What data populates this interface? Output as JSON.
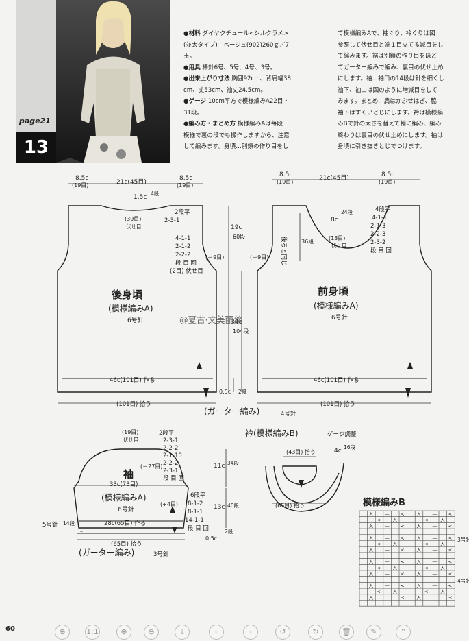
{
  "photo": {
    "page_label": "page21",
    "pattern_number": "13"
  },
  "instructions": {
    "col1": [
      {
        "head": "●材料",
        "text": "ダイヤクチュール<シルクラメ>"
      },
      {
        "head": "",
        "text": "(並太タイプ)　ベージュ(902)260ｇ／7"
      },
      {
        "head": "",
        "text": "玉。"
      },
      {
        "head": "●用具",
        "text": "棒針6号、5号、4号、3号。"
      },
      {
        "head": "●出来上がり寸法",
        "text": "胸囲92cm、背肩幅38"
      },
      {
        "head": "",
        "text": "cm、丈53cm、袖丈24.5cm。"
      },
      {
        "head": "●ゲージ",
        "text": "10cm平方で模様編みA22目・"
      },
      {
        "head": "",
        "text": "31段。"
      },
      {
        "head": "●編み方・まとめ方",
        "text": "模様編みAは毎段"
      },
      {
        "head": "",
        "text": "模様で裏の段でも操作しますから、注意"
      },
      {
        "head": "",
        "text": "して編みます。身頃…別鎖の作り目をし"
      }
    ],
    "col2": [
      "て模様編みAで、袖ぐり、衿ぐりは図",
      "参照して伏せ目と端１目立てる減目をし",
      "て編みます。裾は別鎖の作り目をほど",
      "てガーター編みで編み、裏目の伏せ止め",
      "にします。袖…袖口の14段は針を細くし",
      "袖下、袖山は図のように増減目をして",
      "みます。まとめ…肩はかぶせはぎ、脇",
      "袖下はすくいとじにします。衿は模様編",
      "みBで針の太さを替えて輪に編み、編み",
      "終わりは裏目の伏せ止めにします。袖は",
      "身頃に引き抜きとじでつけます。"
    ]
  },
  "back": {
    "title": "後身頃",
    "subtitle": "(模様編みA)",
    "needle": "6号針",
    "top_left": "8.5c",
    "top_left_rows": "(19目)",
    "top_mid": "21c(45目)",
    "top_right": "8.5c",
    "top_right_rows": "(19目)",
    "neck_depth": "1.5c",
    "neck_depth_rows": "4段",
    "bind": "(39目)",
    "bind_label": "伏せ目",
    "shoulder": [
      "2段平",
      "2-3-1"
    ],
    "armhole": [
      "4-1-1",
      "2-1-2",
      "2-2-2",
      "段 目 回",
      "(2目) 伏せ目"
    ],
    "arm_minus": "(－9目)",
    "height_top": "19c",
    "height_top_rows": "60段",
    "height_total": "34c",
    "height_total_rows": "104段",
    "hem": "46c(101目) 作る",
    "hem_pick": "(101目) 拾う",
    "hem_h": "0.5c",
    "hem_h_rows": "2段"
  },
  "front": {
    "title": "前身頃",
    "subtitle": "(模様編みA)",
    "needle": "6号針",
    "top_left": "8.5c",
    "top_left_rows": "(19目)",
    "top_mid": "21c(45目)",
    "top_right": "8.5c",
    "top_right_rows": "(19目)",
    "neck_depth": "8c",
    "neck_depth_rows": "24段",
    "bind": "(13目)",
    "bind_label": "伏せ目",
    "same_as_back": "後ろと同じ",
    "side_depth": "36段",
    "shoulder": [
      "4段平",
      "4-1-1",
      "2-1-3",
      "2-2-3",
      "2-3-2",
      "段 目 回"
    ],
    "arm_minus": "(－9目)",
    "hem": "46c(101目) 作る",
    "hem_pick": "(101目) 拾う"
  },
  "garter_label": "(ガーター編み)",
  "garter_needle": "4号針",
  "sleeve": {
    "title": "袖",
    "subtitle": "(模様編みA)",
    "needle": "6号針",
    "top": "(19目)",
    "top_label": "伏せ目",
    "cap_steps": [
      "2段平",
      "2-3-1",
      "2-2-2",
      "2-1-10",
      "2-2-2",
      "2-3-1",
      "段 目 回"
    ],
    "cap_minus": "(－27目)",
    "cap_h": "11c",
    "cap_h_rows": "34段",
    "width": "33c(73目)",
    "side_steps": [
      "6段平",
      "8-1-2",
      "8-1-1",
      "14-1-1",
      "段 目 回"
    ],
    "plus": "(+4目)",
    "side_h": "13c",
    "side_h_rows": "40段",
    "cuff": "28c(65目) 作る",
    "cuff_pick": "(65目) 拾う",
    "cuff_rows": "14段",
    "cuff_needle": "5号針",
    "cuff_h": "0.5c",
    "cuff_h_rows": "2段",
    "garter": "(ガーター編み)",
    "garter_needle": "3号針"
  },
  "collar": {
    "title": "衿(模様編みB)",
    "gauge": "ゲージ調整",
    "pick_top": "(43目) 拾う",
    "width": "4c",
    "width_rows": "16段",
    "pick_bottom": "(65目) 拾う"
  },
  "chart_b": {
    "title": "模様編みB",
    "needle_top": "3号針",
    "needle_bottom": "4号針",
    "symbols": [
      "―",
      "入",
      "○",
      "―",
      "○",
      "<"
    ]
  },
  "watermark": "@夏古·文美丽丝",
  "folio": "60",
  "viewer": {
    "buttons": [
      "⊕",
      "1:1",
      "⊕",
      "⊖",
      "⤓",
      "‹",
      "›",
      "↺",
      "↻",
      "🗑",
      "✎",
      "⌃"
    ]
  }
}
